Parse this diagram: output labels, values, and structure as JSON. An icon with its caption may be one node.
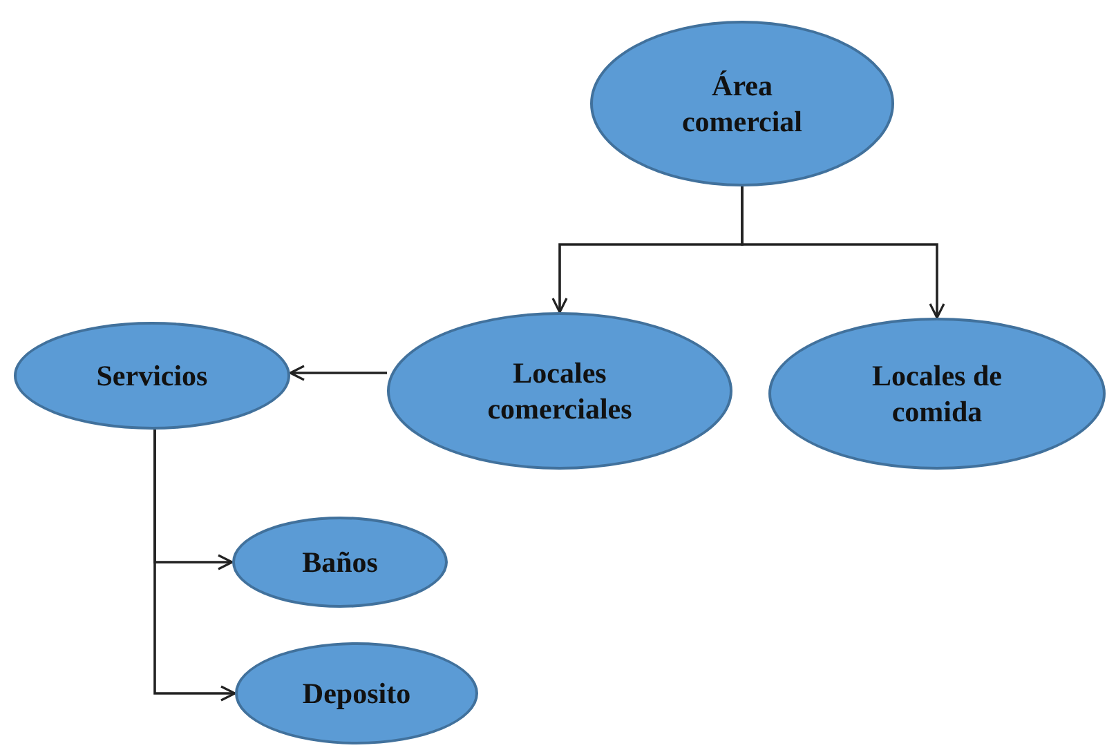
{
  "diagram": {
    "nodes": [
      {
        "text": [
          "Área comercial"
        ]
      },
      {
        "text": [
          "Locales comerciales"
        ]
      },
      {
        "text": [
          "Locales de comida"
        ]
      },
      {
        "text": [
          "Servicios"
        ]
      },
      {
        "text": [
          "Baños"
        ]
      },
      {
        "text": [
          "Deposito"
        ]
      }
    ],
    "edges": [
      {
        "from": 0,
        "to": 1,
        "arrow": "to"
      },
      {
        "from": 0,
        "to": 2,
        "arrow": "to"
      },
      {
        "from": 1,
        "to": 3,
        "arrow": "to"
      },
      {
        "from": 3,
        "to": 4,
        "arrow": "to"
      },
      {
        "from": 3,
        "to": 5,
        "arrow": "to"
      }
    ]
  }
}
